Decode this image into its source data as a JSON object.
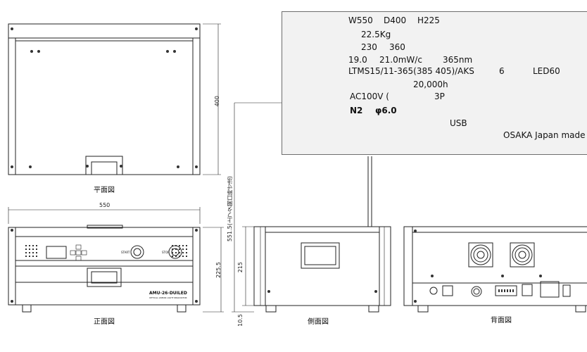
{
  "views": {
    "plan_label": "平面図",
    "front_label": "正面図",
    "side_label": "側面図",
    "back_label": "背面図"
  },
  "dimensions": {
    "plan_depth": "400",
    "front_width": "550",
    "front_height": "225.5",
    "side_height": "215",
    "open_height": "551.5(上フタ開口時寸法)",
    "foot_height": "10.5"
  },
  "panel": {
    "model": "AMU-26-DUILED",
    "subtitle": "OPTICAL LINEAR LIGHT IRRADIATOR",
    "start": "START",
    "stop": "STOP"
  },
  "specs": {
    "line1": [
      "W550",
      "D400",
      "H225"
    ],
    "line2": "22.5Kg",
    "line3": [
      "230",
      "360"
    ],
    "line4": [
      "19.0",
      "21.0mW/c",
      "365nm"
    ],
    "line5": [
      "LTMS15/11-365(385 405)/AKS",
      "6",
      "LED60"
    ],
    "line6": "20,000h",
    "line7": [
      "AC100V (",
      "3P"
    ],
    "line8": [
      "N2",
      "φ6.0"
    ],
    "line9": "USB",
    "line10": "OSAKA Japan made"
  }
}
